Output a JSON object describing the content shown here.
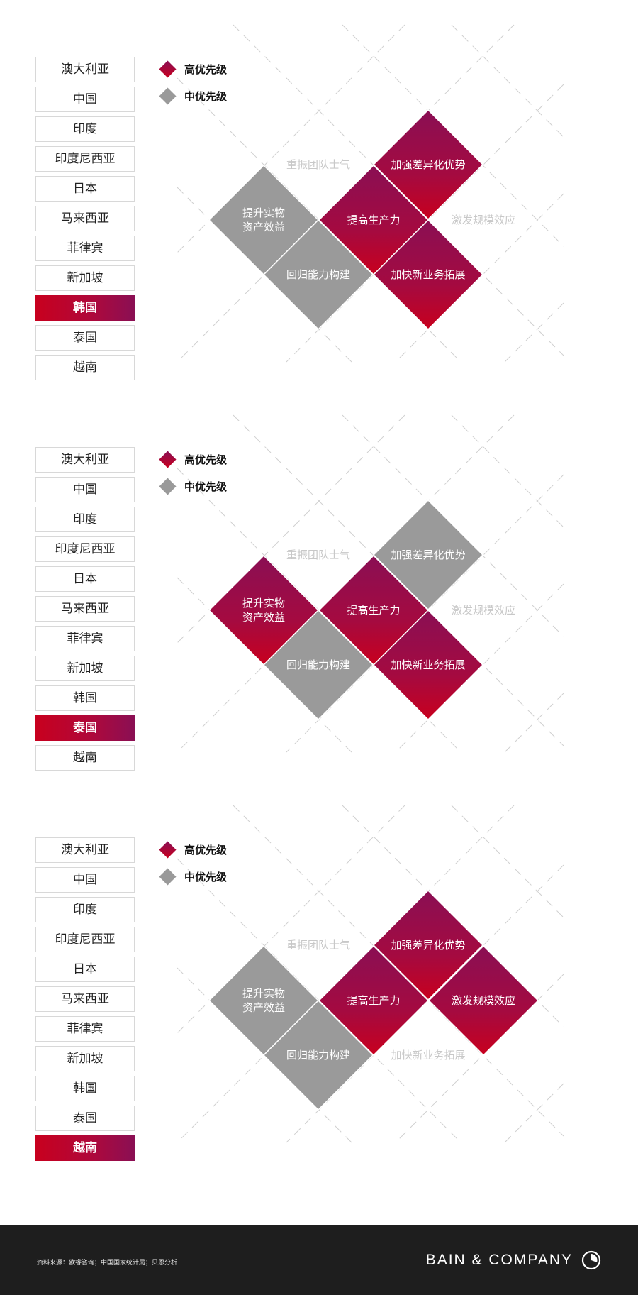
{
  "countries": [
    "澳大利亚",
    "中国",
    "印度",
    "印度尼西亚",
    "日本",
    "马来西亚",
    "菲律宾",
    "新加坡",
    "韩国",
    "泰国",
    "越南"
  ],
  "legend": {
    "high": "高优先级",
    "mid": "中优先级"
  },
  "priorities": {
    "dim1": "重振团队士气",
    "dim2": "加强差异化优势",
    "dim3": "提升实物资产效益",
    "dim4": "提高生产力",
    "dim5": "激发规模效应",
    "dim6": "回归能力构建",
    "dim7": "加快新业务拓展"
  },
  "colors": {
    "high_start": "#8a0f54",
    "high_end": "#c8001e",
    "mid": "#9a9a9a",
    "faint_text": "#c8c8c8",
    "grid_dash": "#d0d0d0"
  },
  "panels": [
    {
      "selected_country": "韩国",
      "levels": {
        "dim1": "none",
        "dim2": "high",
        "dim3": "mid",
        "dim4": "high",
        "dim5": "none",
        "dim6": "mid",
        "dim7": "high"
      }
    },
    {
      "selected_country": "泰国",
      "levels": {
        "dim1": "none",
        "dim2": "mid",
        "dim3": "high",
        "dim4": "high",
        "dim5": "none",
        "dim6": "mid",
        "dim7": "high"
      }
    },
    {
      "selected_country": "越南",
      "levels": {
        "dim1": "none",
        "dim2": "high",
        "dim3": "mid",
        "dim4": "high",
        "dim5": "high",
        "dim6": "mid",
        "dim7": "none"
      }
    }
  ],
  "footer": {
    "source": "资料来源：欧睿咨询；中国国家统计局；贝恩分析",
    "logo": "BAIN & COMPANY"
  }
}
